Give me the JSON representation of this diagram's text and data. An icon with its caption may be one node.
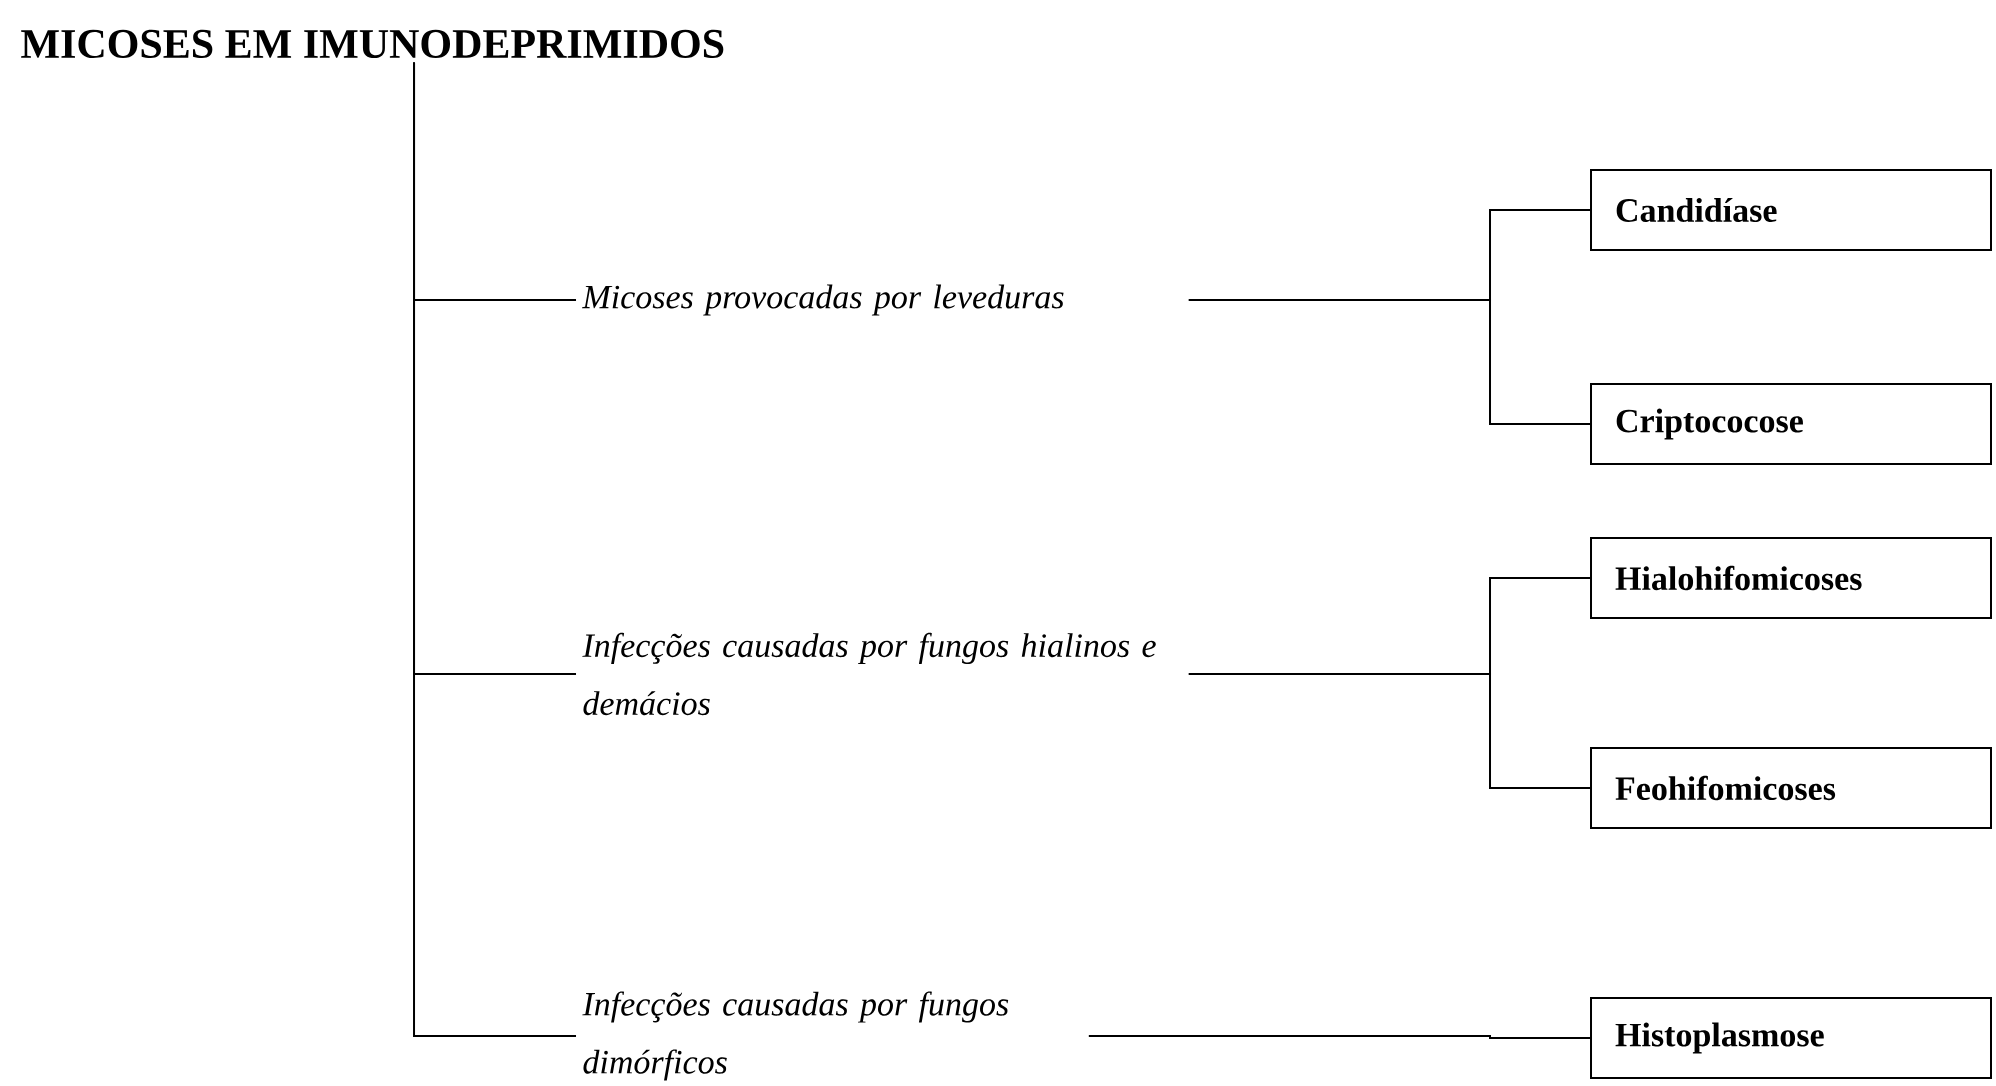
{
  "diagram": {
    "nodes": [
      {
        "text": [
          "MICOSES EM IMUNODEPRIMIDOS"
        ]
      },
      {
        "text": [
          "Micoses provocadas por leveduras"
        ]
      },
      {
        "text": [
          "Infecções causadas por fungos hialinos e demácios"
        ]
      },
      {
        "text": [
          "Infecções causadas por fungos dimórficos"
        ]
      },
      {
        "text": [
          "Candidíase"
        ]
      },
      {
        "text": [
          "Criptococose"
        ]
      },
      {
        "text": [
          "Hialohifomicoses"
        ]
      },
      {
        "text": [
          "Feohifomicoses"
        ]
      },
      {
        "text": [
          "Histoplasmose"
        ]
      }
    ],
    "edges": [
      {
        "from": 0,
        "to": 1,
        "arrow": "none"
      },
      {
        "from": 0,
        "to": 2,
        "arrow": "none"
      },
      {
        "from": 0,
        "to": 3,
        "arrow": "none"
      },
      {
        "from": 1,
        "to": 4,
        "arrow": "none"
      },
      {
        "from": 1,
        "to": 5,
        "arrow": "none"
      },
      {
        "from": 2,
        "to": 6,
        "arrow": "none"
      },
      {
        "from": 2,
        "to": 7,
        "arrow": "none"
      },
      {
        "from": 3,
        "to": 8,
        "arrow": "none"
      }
    ]
  }
}
